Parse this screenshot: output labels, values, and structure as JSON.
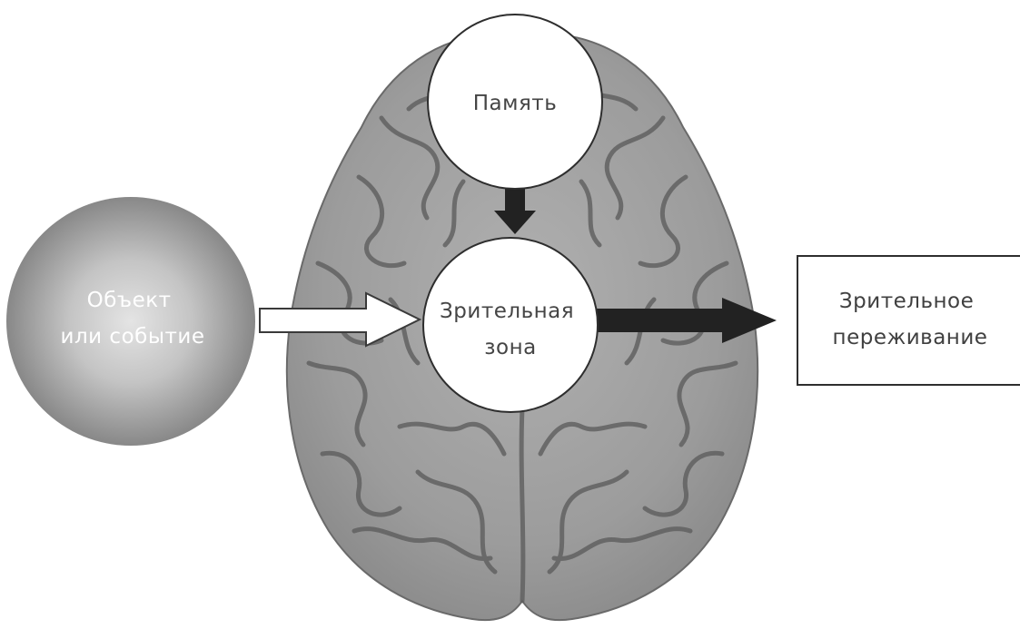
{
  "nodes": {
    "memory": {
      "label": "Память"
    },
    "object": {
      "lines": [
        "Объект",
        "или событие"
      ]
    },
    "visual_zone": {
      "lines": [
        "Зрительная",
        "зона"
      ]
    },
    "visual_experience": {
      "lines": [
        "Зрительное",
        "переживание"
      ]
    }
  },
  "colors": {
    "brain_base": "#9c9c9c",
    "brain_fold": "#5e5e5e",
    "sphere_light": "#e4e4e4",
    "sphere_dark": "#7c7c7c",
    "arrow_dark": "#222222",
    "node_stroke": "#2e2e2e"
  }
}
